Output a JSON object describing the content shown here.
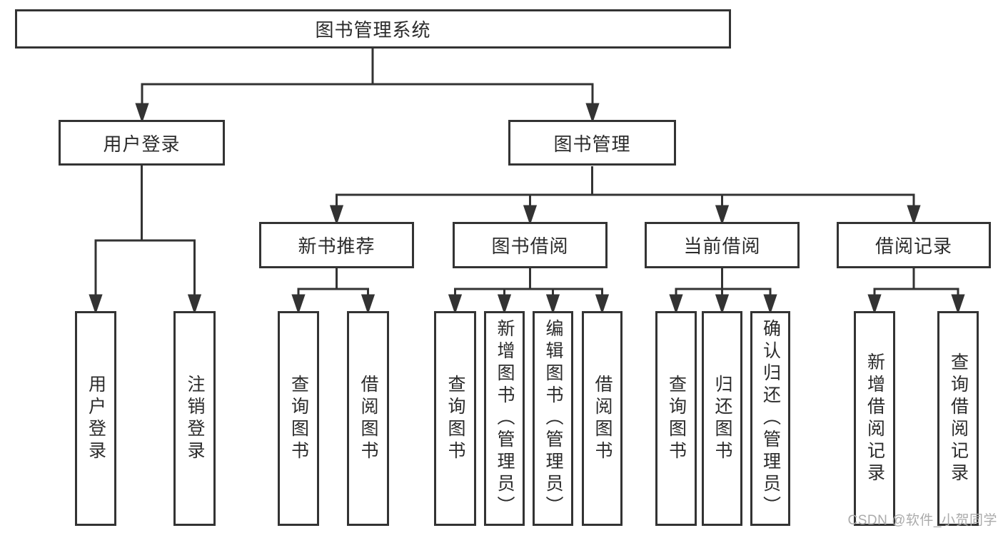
{
  "tree": {
    "label": "图书管理系统",
    "children": [
      {
        "label": "用户登录",
        "children": [
          {
            "label": "用户登录"
          },
          {
            "label": "注销登录"
          }
        ]
      },
      {
        "label": "图书管理",
        "children": [
          {
            "label": "新书推荐",
            "children": [
              {
                "label": "查询图书"
              },
              {
                "label": "借阅图书"
              }
            ]
          },
          {
            "label": "图书借阅",
            "children": [
              {
                "label": "查询图书"
              },
              {
                "label": "新增图书（管理员）"
              },
              {
                "label": "编辑图书（管理员）"
              },
              {
                "label": "借阅图书"
              }
            ]
          },
          {
            "label": "当前借阅",
            "children": [
              {
                "label": "查询图书"
              },
              {
                "label": "归还图书"
              },
              {
                "label": "确认归还（管理员）"
              }
            ]
          },
          {
            "label": "借阅记录",
            "children": [
              {
                "label": "新增借阅记录"
              },
              {
                "label": "查询借阅记录"
              }
            ]
          }
        ]
      }
    ]
  },
  "watermark": "CSDN @软件_小贺同学",
  "colors": {
    "line": "#333333",
    "text": "#2b2b2b",
    "watermark": "#ababab",
    "background": "#ffffff"
  }
}
